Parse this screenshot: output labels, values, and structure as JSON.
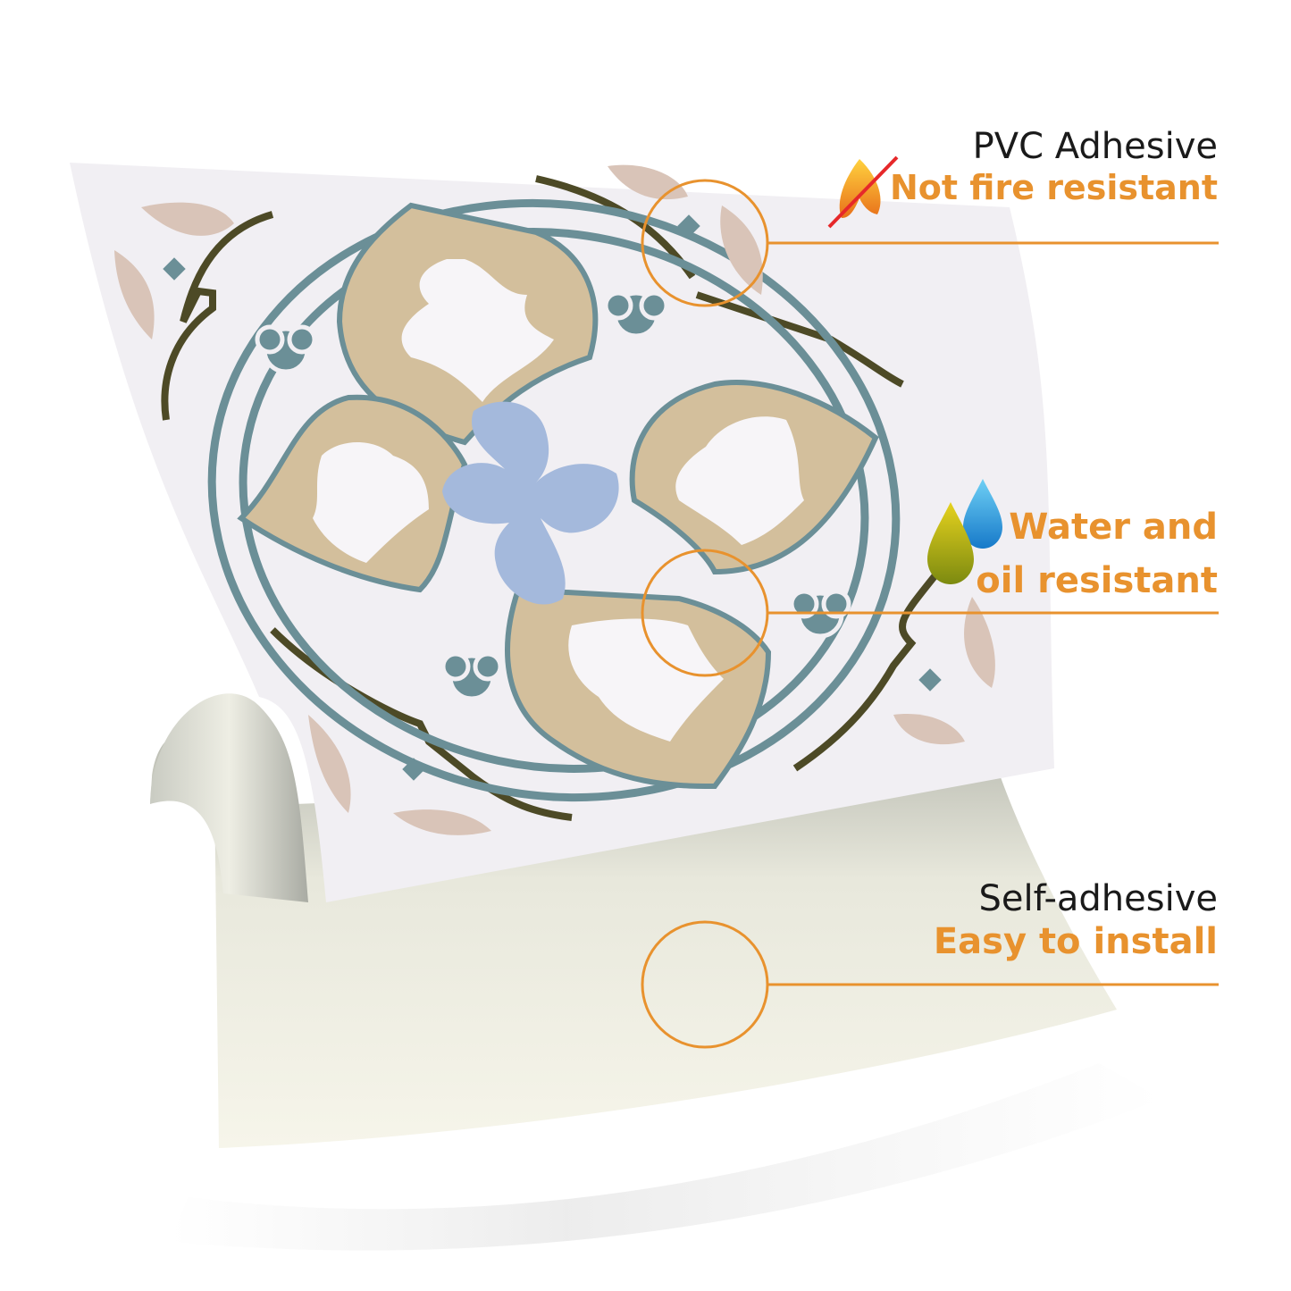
{
  "colors": {
    "accent": "#e8922e",
    "text_dark": "#1a1a1a",
    "tile_bg": "#f1eff3",
    "tile_blue": "#a4b9dc",
    "tile_teal": "#6b8f97",
    "tile_sand": "#d3bf9c",
    "tile_olive": "#4d4a26",
    "tile_pink": "#d9c4b8",
    "backing": "#f4f3e7"
  },
  "features": [
    {
      "icon": "no-fire-icon",
      "line1": "PVC Adhesive",
      "line2": "Not fire resistant"
    },
    {
      "icon": "water-oil-drops-icon",
      "line1": "",
      "line2": "Water and",
      "line3": "oil resistant"
    },
    {
      "icon": "",
      "line1": "Self-adhesive",
      "line2": "Easy to install"
    }
  ]
}
